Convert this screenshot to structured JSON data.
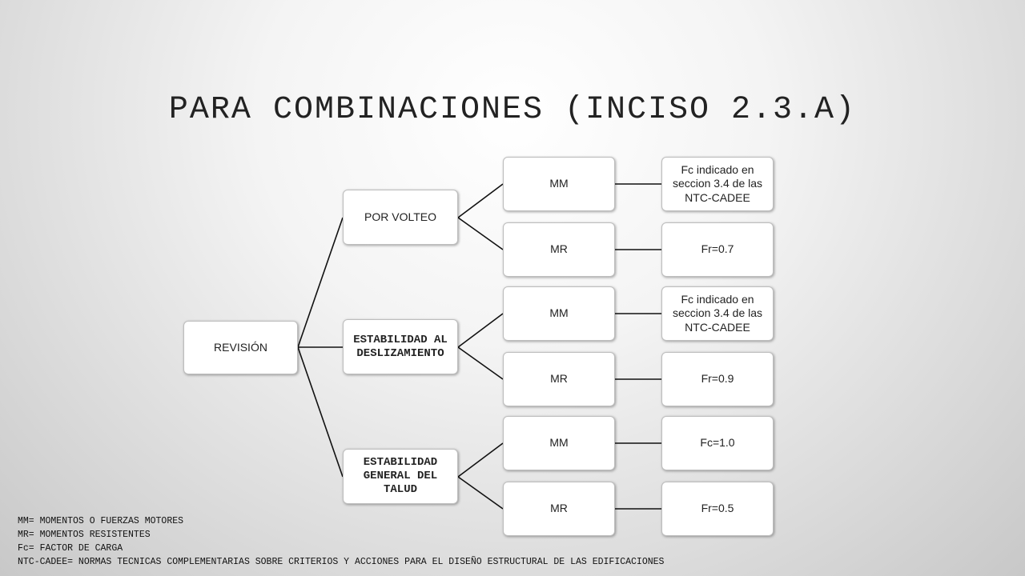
{
  "title": "PARA COMBINACIONES (INCISO 2.3.A)",
  "diagram": {
    "root": "REVISIÓN",
    "branches": [
      {
        "label": "POR VOLTEO",
        "children": [
          {
            "label": "MM",
            "value": "Fc indicado en seccion 3.4 de las NTC-CADEE"
          },
          {
            "label": "MR",
            "value": "Fr=0.7"
          }
        ]
      },
      {
        "label": "ESTABILIDAD AL DESLIZAMIENTO",
        "children": [
          {
            "label": "MM",
            "value": "Fc indicado en seccion 3.4 de las NTC-CADEE"
          },
          {
            "label": "MR",
            "value": "Fr=0.9"
          }
        ]
      },
      {
        "label": "ESTABILIDAD GENERAL DEL TALUD",
        "children": [
          {
            "label": "MM",
            "value": "Fc=1.0"
          },
          {
            "label": "MR",
            "value": "Fr=0.5"
          }
        ]
      }
    ]
  },
  "legend": [
    "MM= MOMENTOS O FUERZAS MOTORES",
    "MR= MOMENTOS RESISTENTES",
    "Fc= FACTOR DE CARGA",
    "NTC-CADEE= NORMAS TECNICAS COMPLEMENTARIAS SOBRE CRITERIOS Y ACCIONES PARA EL DISEÑO ESTRUCTURAL DE LAS EDIFICACIONES"
  ]
}
